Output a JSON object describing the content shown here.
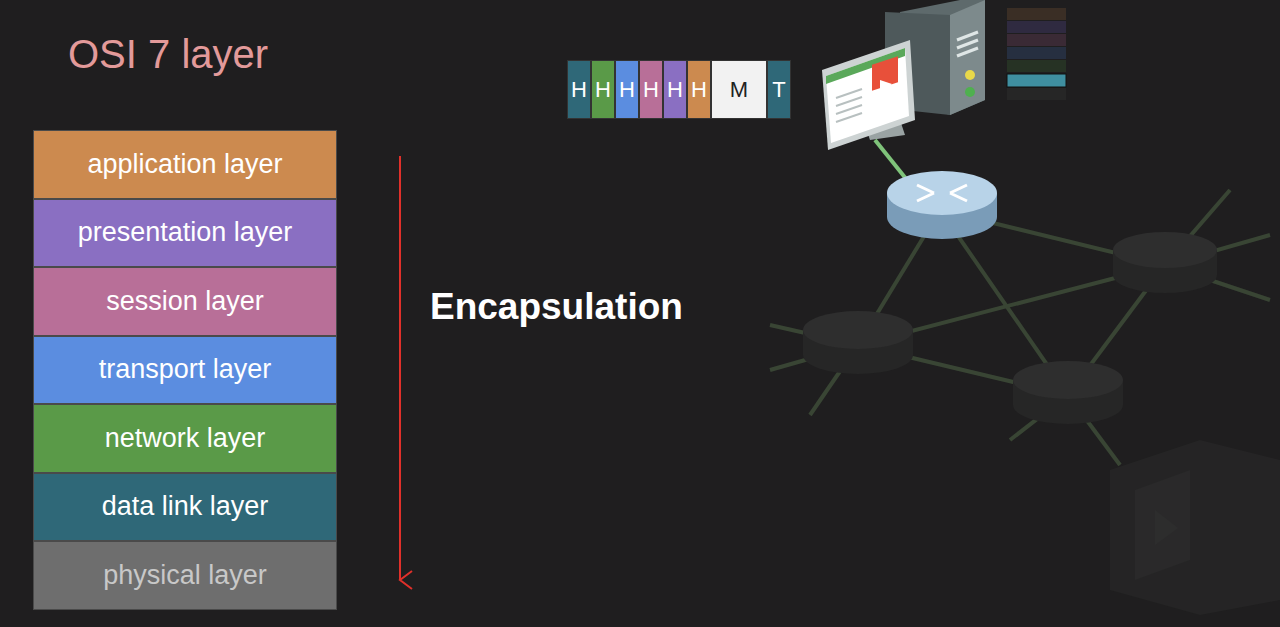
{
  "diagram": {
    "title": "OSI 7 layer",
    "nodes": [
      {
        "text": [
          "application layer"
        ]
      },
      {
        "text": [
          "presentation layer"
        ]
      },
      {
        "text": [
          "session layer"
        ]
      },
      {
        "text": [
          "transport layer"
        ]
      },
      {
        "text": [
          "network layer"
        ]
      },
      {
        "text": [
          "data link layer"
        ]
      },
      {
        "text": [
          "physical layer"
        ]
      },
      {
        "text": [
          "H"
        ]
      },
      {
        "text": [
          "H"
        ]
      },
      {
        "text": [
          "H"
        ]
      },
      {
        "text": [
          "H"
        ]
      },
      {
        "text": [
          "H"
        ]
      },
      {
        "text": [
          "H"
        ]
      },
      {
        "text": [
          "M"
        ]
      },
      {
        "text": [
          "T"
        ]
      }
    ],
    "labels": [
      "Encapsulation"
    ]
  }
}
